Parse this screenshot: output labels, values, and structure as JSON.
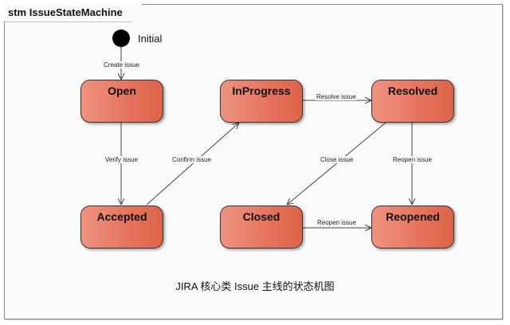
{
  "diagram": {
    "title": "stm IssueStateMachine",
    "initial_label": "Initial",
    "caption": "JIRA 核心类 Issue 主线的状态机图",
    "colors": {
      "state_fill": "#e5735d",
      "state_border": "#333333",
      "edge": "#444444"
    },
    "states": {
      "open": "Open",
      "inprogress": "InProgress",
      "resolved": "Resolved",
      "accepted": "Accepted",
      "closed": "Closed",
      "reopened": "Reopened"
    },
    "transitions": {
      "create": "Create issue",
      "verify": "Verify issue",
      "confirm": "Confirm issue",
      "resolve": "Resolve issue",
      "close": "Close issue",
      "reopen_resolved": "Reopen issue",
      "reopen_closed": "Reopen issue"
    }
  }
}
